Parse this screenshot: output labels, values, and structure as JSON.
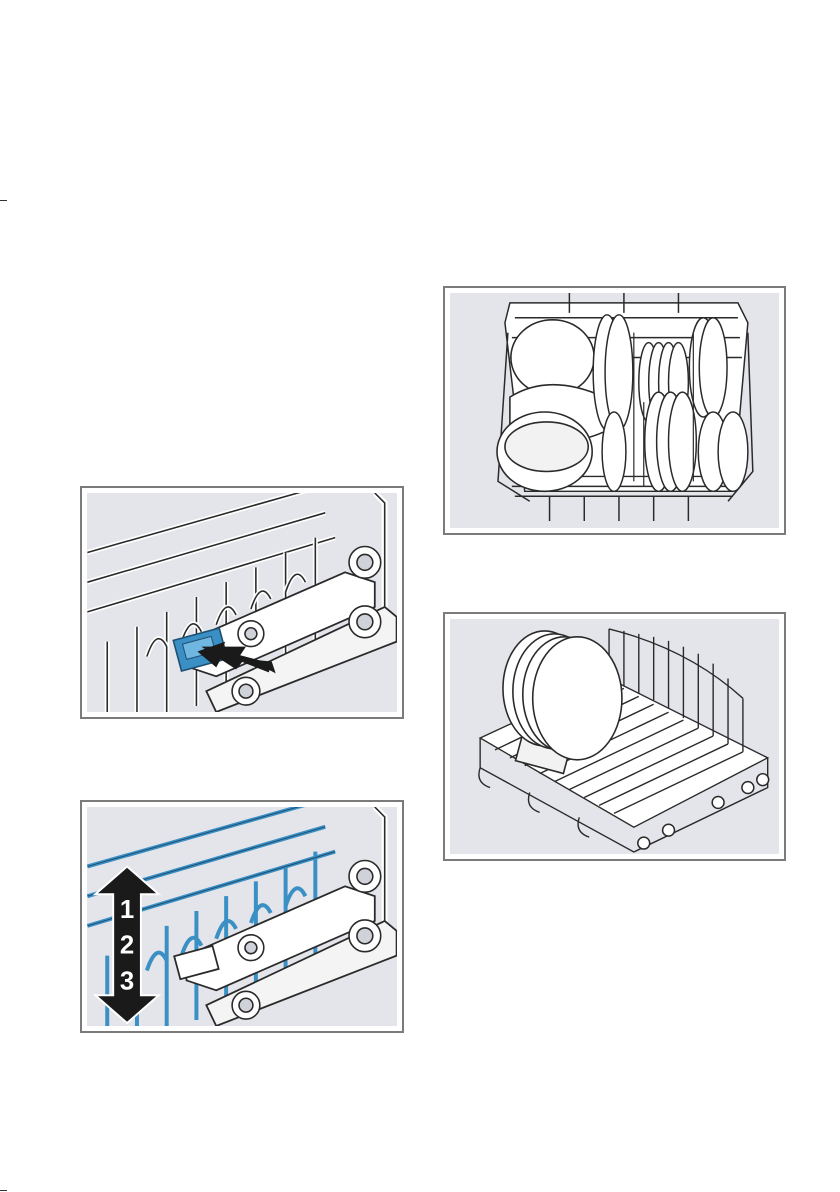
{
  "figures": {
    "rack_lever": {
      "step": "press-lever"
    },
    "rack_height": {
      "levels": [
        "1",
        "2",
        "3"
      ]
    },
    "upper_basket": {
      "content": "plates-and-bowls"
    },
    "lower_basket": {
      "content": "large-plates"
    }
  },
  "colors": {
    "panel_background": "#e3e5ea",
    "frame": "#7b7b7b",
    "accent_blue": "#3a8fc4",
    "arrow": "#1a1a1a"
  },
  "icons": {
    "press_arrow": "arrow-right-icon",
    "height_arrow": "double-arrow-vertical-icon"
  }
}
